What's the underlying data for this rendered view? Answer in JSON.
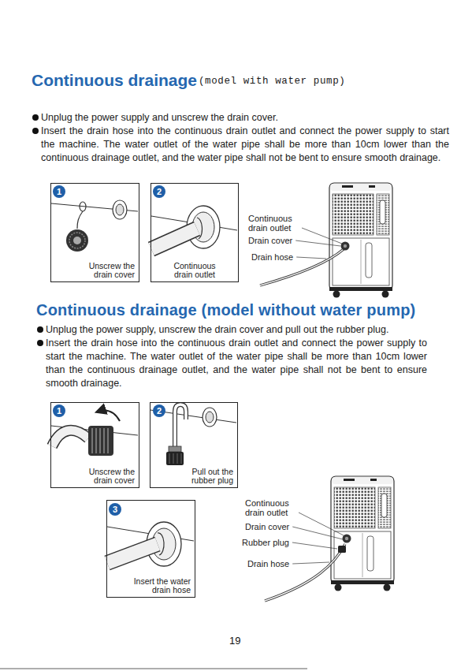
{
  "diagram": {
    "title": "Continuous drainage",
    "nodes": [
      {
        "text": [
          "Unscrew the drain cover"
        ]
      },
      {
        "text": [
          "1"
        ],
        "in": 0
      },
      {
        "text": [
          "Continuous drain outlet"
        ]
      },
      {
        "text": [
          "2"
        ],
        "in": 2
      },
      {
        "text": [
          "Unscrew the drain cover"
        ]
      },
      {
        "text": [
          "1"
        ],
        "in": 4
      },
      {
        "text": [
          "Pull out the rubber plug"
        ]
      },
      {
        "text": [
          "2"
        ],
        "in": 6
      },
      {
        "text": [
          "Insert the water drain hose"
        ]
      },
      {
        "text": [
          "3"
        ],
        "in": 8
      }
    ],
    "labels": [
      "(model with water pump)",
      "Unplug the power supply and unscrew the drain cover.",
      "Insert the drain hose into the continuous drain outlet and connect the power supply to start the machine. The water outlet of the water pipe shall be more than 10cm lower than the continuous drainage outlet, and the water pipe shall not be bent to ensure smooth drainage.",
      "Continuous drain outlet",
      "Drain cover",
      "Drain hose",
      "Continuous drainage (model without water pump)",
      "Unplug the power supply, unscrew the drain cover and pull out the rubber plug.",
      "Insert the drain hose into the continuous drain outlet and connect the power supply to start the machine. The water outlet of the water pipe shall be more than 10cm lower than the continuous drainage outlet, and the water pipe shall not be bent to ensure smooth drainage.",
      "Continuous drain outlet",
      "Drain cover",
      "Rubber plug",
      "Drain hose",
      "19"
    ]
  }
}
